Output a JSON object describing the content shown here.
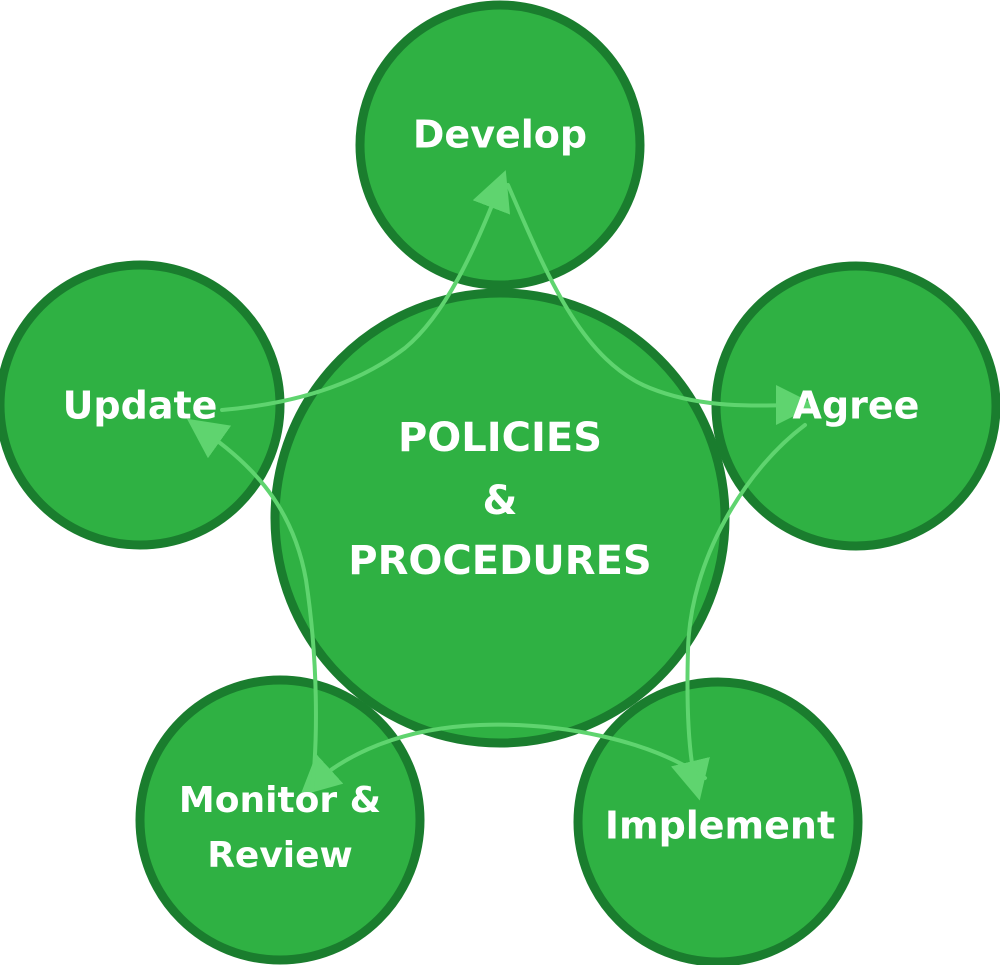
{
  "colors": {
    "fill": "#2fb143",
    "stroke": "#1a7d2e",
    "arrow": "#5fd46f",
    "text": "#ffffff",
    "background": "#ffffff"
  },
  "center": {
    "line1": "POLICIES",
    "line2": "&",
    "line3": "PROCEDURES"
  },
  "nodes": {
    "develop": {
      "label": "Develop"
    },
    "agree": {
      "label": "Agree"
    },
    "implement": {
      "label": "Implement"
    },
    "monitor": {
      "line1": "Monitor &",
      "line2": "Review"
    },
    "update": {
      "label": "Update"
    }
  }
}
